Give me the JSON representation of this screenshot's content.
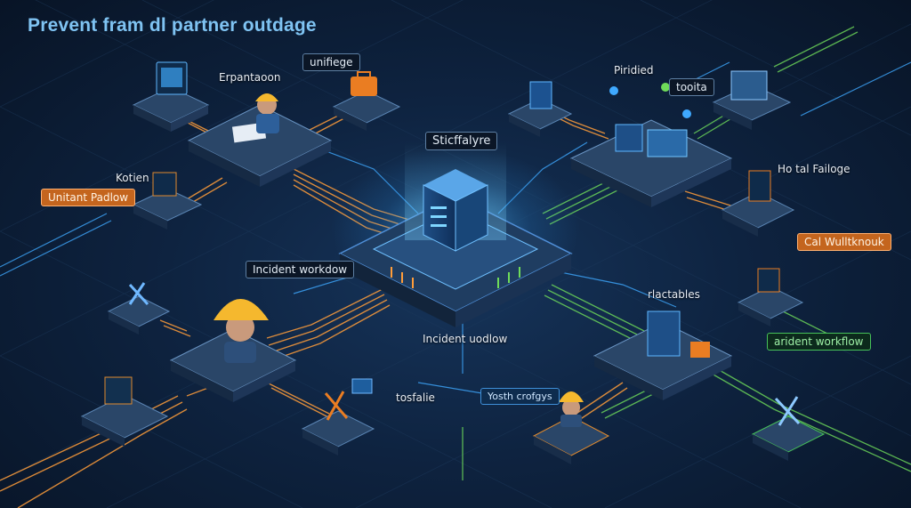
{
  "title": "Prevent fram dl partner outdage",
  "labels": {
    "expansion": "Erpantaoon",
    "unifiege": "unifiege",
    "stiffalye": "Sticffalyre",
    "pritided": "Piridied",
    "tooita": "tooita",
    "kotien": "Kotien",
    "unifiant_padlow": "Unitant Padlow",
    "hotal_failoge": "Ho tal Failoge",
    "cal_wulknouk": "Cal Wulltknouk",
    "incident_workflow": "Incident workdow",
    "incident_uodlow": "Incident uodlow",
    "rlactables": "rlactables",
    "arident_workflow": "arident workflow",
    "tosfalie": "tosfalie",
    "yosth_crofgys": "Yosth crofgys"
  },
  "colors": {
    "background": "#0b1a2e",
    "title": "#7fc3f2",
    "orange_line": "#ff9d3a",
    "green_line": "#6fdc5a",
    "blue_line": "#3fa9ff",
    "platform_top": "#2a4668",
    "hub_glow": "#3fb6ff",
    "hardhat": "#f5b82e"
  },
  "icons": [
    "monitor-icon",
    "engineer-icon",
    "toolbox-icon",
    "server-rack-icon",
    "cloud-server-icon",
    "building-icon",
    "tools-icon",
    "hardhat-icon"
  ]
}
